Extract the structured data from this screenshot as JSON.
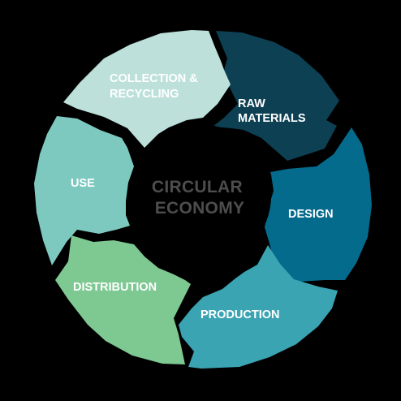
{
  "center": {
    "line1": "CIRCULAR",
    "line2": "ECONOMY",
    "color": "#4d4d4d"
  },
  "segments": [
    {
      "id": "raw-materials",
      "lines": [
        "RAW",
        "MATERIALS"
      ],
      "color": "#0d4053"
    },
    {
      "id": "design",
      "lines": [
        "DESIGN"
      ],
      "color": "#046b8c"
    },
    {
      "id": "production",
      "lines": [
        "PRODUCTION"
      ],
      "color": "#3aa4b3"
    },
    {
      "id": "distribution",
      "lines": [
        "DISTRIBUTION"
      ],
      "color": "#7ec892"
    },
    {
      "id": "use",
      "lines": [
        "USE"
      ],
      "color": "#7dc9c0"
    },
    {
      "id": "collection-recycling",
      "lines": [
        "COLLECTION &",
        "RECYCLING"
      ],
      "color": "#bde1da"
    }
  ],
  "background": "#000000"
}
